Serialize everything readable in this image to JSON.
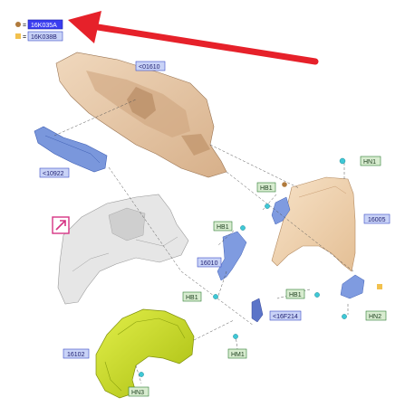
{
  "legend": [
    {
      "marker": "round",
      "color": "#b07a3c",
      "code": "16K035A"
    },
    {
      "marker": "square",
      "color": "#f2c14e",
      "code": "16K038B"
    }
  ],
  "legend_equals": "=",
  "callouts": {
    "c1": "<01610",
    "c2": "<10922",
    "c3": "HN1",
    "c4": "HB1",
    "c5": "HB1",
    "c6": "16005",
    "c7": "16010",
    "c8": "HB1",
    "c9": "HB1",
    "c10": "<16F214",
    "c11": "HN2",
    "c12": "16102",
    "c13": "HM1",
    "c14": "HN3"
  },
  "colors": {
    "blue_label_fill": "#c9d3f7",
    "blue_label_stroke": "#3a4cc7",
    "green_label_fill": "#d8ecd0",
    "green_label_stroke": "#2e7d32",
    "arrow_red": "#e6212a",
    "dash_panel": "#e8c7a4",
    "fender": "#f0d2ac",
    "liner": "#c9dd1e",
    "bracket_blue": "#6f8fd6",
    "clip_cyan": "#3fc8d6",
    "grey_part": "#e4e4e4",
    "pink_icon": "#d63384"
  },
  "icons": [
    "red-arrow-icon",
    "clip-icon",
    "bolt-icon",
    "nut-icon",
    "magenta-link-icon"
  ]
}
